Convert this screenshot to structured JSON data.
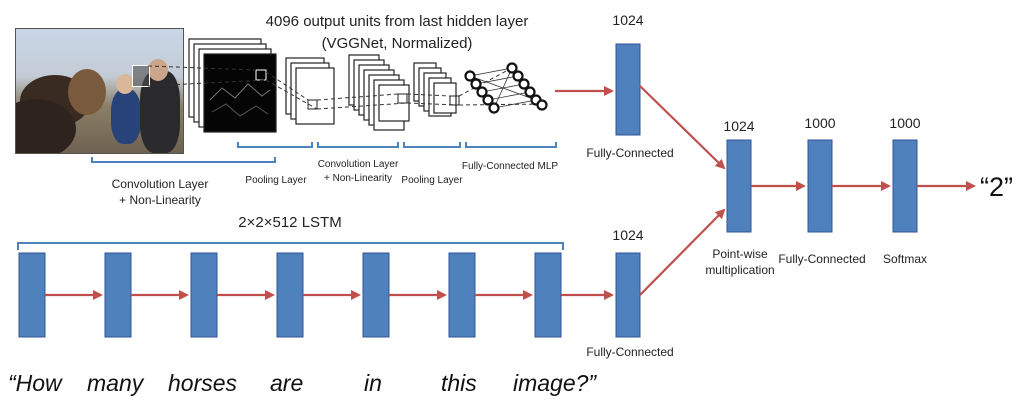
{
  "image": {
    "title_line1": "4096 output  units from last hidden layer",
    "title_line2": "(VGGNet, Normalized)",
    "conv_label_line1": "Convolution Layer",
    "conv_label_line2": "+ Non-Linearity",
    "pool1_label": "Pooling Layer",
    "conv2_label_line1": "Convolution Layer",
    "conv2_label_line2": "+ Non-Linearity",
    "pool2_label": "Pooling  Layer",
    "mlp_label": "Fully-Connected MLP",
    "fc_label": "Fully-Connected",
    "fc_size": "1024"
  },
  "question": {
    "lstm_label": "2×2×512 LSTM",
    "fc_label": "Fully-Connected",
    "fc_size": "1024",
    "words": [
      "“How",
      "many",
      "horses",
      "are",
      "in",
      "this",
      "image?”"
    ]
  },
  "fusion": {
    "pointwise_size": "1024",
    "pointwise_label_line1": "Point-wise",
    "pointwise_label_line2": "multiplication",
    "fc_size": "1000",
    "fc_label": "Fully-Connected",
    "softmax_size": "1000",
    "softmax_label": "Softmax"
  },
  "output": "“2”",
  "colors": {
    "block_fill": "#4f81bd",
    "block_stroke": "#2f5597",
    "arrow": "#c0504d",
    "bracket": "#4f81bd"
  }
}
